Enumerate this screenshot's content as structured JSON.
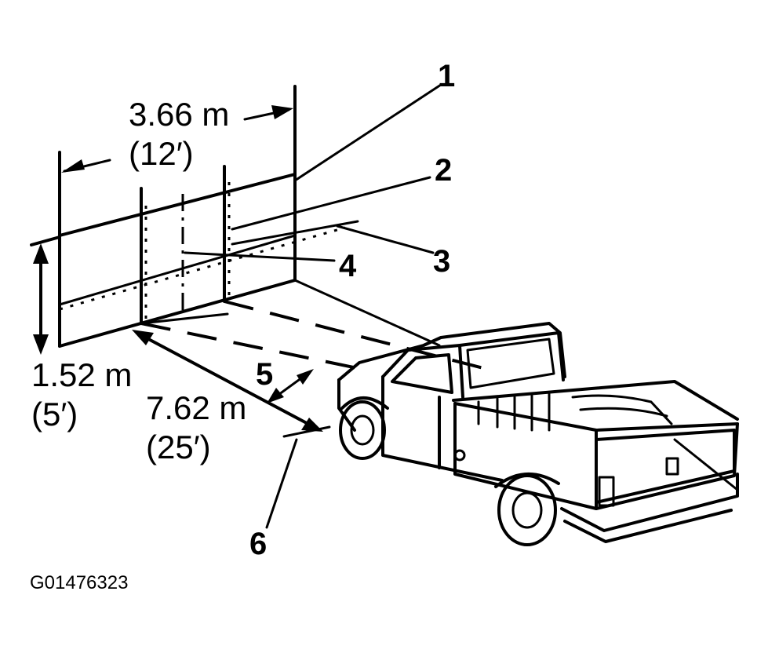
{
  "dimensions": {
    "width_metric": "3.66 m",
    "width_imperial": "(12′)",
    "height_metric": "1.52 m",
    "height_imperial": "(5′)",
    "distance_metric": "7.62 m",
    "distance_imperial": "(25′)"
  },
  "callouts": [
    "1",
    "2",
    "3",
    "4",
    "5",
    "6"
  ],
  "figure_code": "G01476323"
}
